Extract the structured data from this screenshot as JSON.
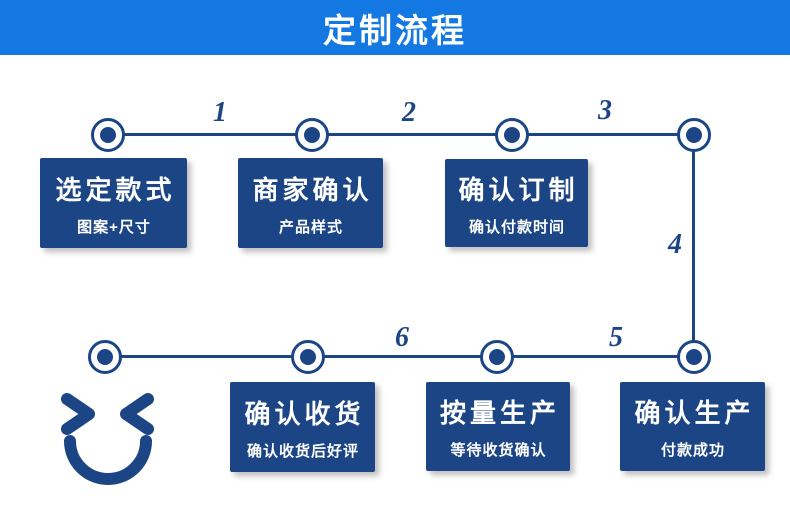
{
  "header": {
    "title": "定制流程"
  },
  "flow": {
    "numbers": [
      "1",
      "2",
      "3",
      "4",
      "5",
      "6"
    ],
    "boxes": [
      {
        "id": "select-style",
        "title": "选定款式",
        "subtitle": "图案+尺寸"
      },
      {
        "id": "merchant-confirm",
        "title": "商家确认",
        "subtitle": "产品样式"
      },
      {
        "id": "confirm-order",
        "title": "确认订制",
        "subtitle": "确认付款时间"
      },
      {
        "id": "confirm-production",
        "title": "确认生产",
        "subtitle": "付款成功"
      },
      {
        "id": "produce-by-volume",
        "title": "按量生产",
        "subtitle": "等待收货确认"
      },
      {
        "id": "confirm-receipt",
        "title": "确认收货",
        "subtitle": "确认收货后好评"
      }
    ]
  },
  "icons": {
    "smiley": "happy-face-closed-eyes"
  },
  "colors": {
    "header_blue": "#1478e2",
    "navy": "#1c4586",
    "text_on_blue": "#ffffff",
    "background": "#ffffff"
  }
}
